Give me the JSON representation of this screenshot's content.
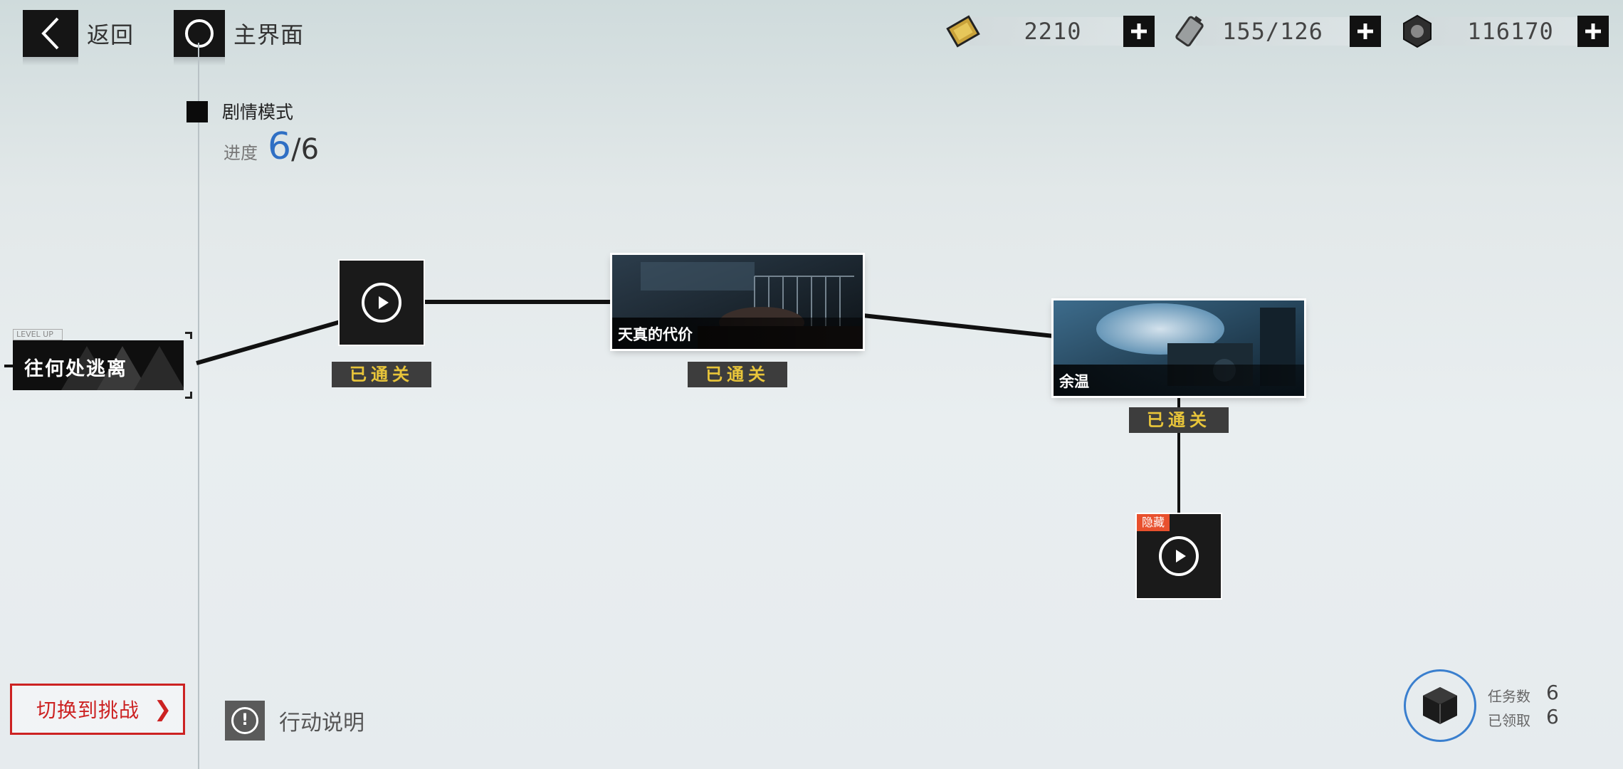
{
  "topbar": {
    "back_label": "返回",
    "home_label": "主界面",
    "resources": [
      {
        "icon": "gold-ticket-icon",
        "value": "2210"
      },
      {
        "icon": "battery-icon",
        "value": "155/126"
      },
      {
        "icon": "hex-nut-icon",
        "value": "116170"
      }
    ]
  },
  "mode": {
    "title": "剧情模式",
    "progress_label": "进度",
    "progress_current": "6",
    "progress_separator": "/",
    "progress_total": "6"
  },
  "chapter": {
    "badge": "LEVEL UP",
    "title": "往何处逃离"
  },
  "nodes": [
    {
      "type": "video",
      "status": "已通关"
    },
    {
      "type": "stage",
      "title": "天真的代价",
      "status": "已通关"
    },
    {
      "type": "stage",
      "title": "余温",
      "status": "已通关"
    },
    {
      "type": "video",
      "tag": "隐藏"
    }
  ],
  "bottom": {
    "switch_label": "切换到挑战",
    "switch_arrow": "❯",
    "action_label": "行动说明",
    "mission_count_label": "任务数",
    "mission_count": "6",
    "claimed_label": "已领取",
    "claimed_count": "6"
  },
  "colors": {
    "accent_blue": "#2f6fc4",
    "cleared_text": "#e8c53a",
    "hidden_tag": "#e8502d",
    "switch_red": "#cc2222"
  }
}
